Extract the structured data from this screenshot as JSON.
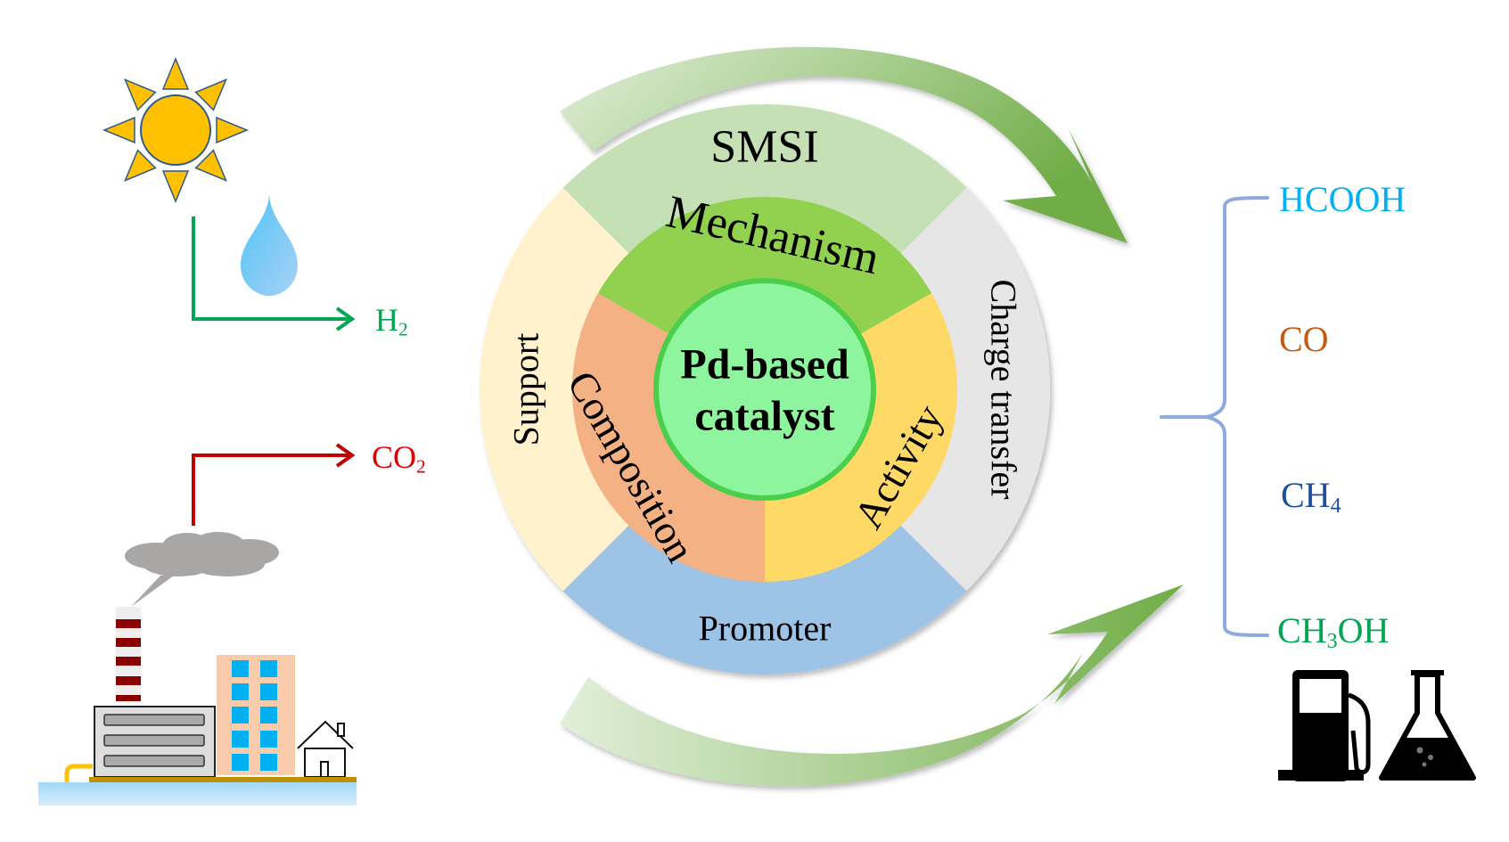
{
  "inputs": {
    "hydrogen": {
      "label": "H",
      "sub": "2",
      "color": "#00a651"
    },
    "carbon_dioxide": {
      "label": "CO",
      "sub": "2",
      "color": "#e00000"
    }
  },
  "center": {
    "line1": "Pd-based",
    "line2": "catalyst",
    "fill": "#8ef59f",
    "stroke": "#4ccf4c"
  },
  "inner_ring": [
    {
      "label": "Mechanism",
      "fill": "#92d050"
    },
    {
      "label": "Activity",
      "fill": "#ffd966"
    },
    {
      "label": "Composition",
      "fill": "#f4b183"
    }
  ],
  "outer_ring": [
    {
      "label": "SMSI",
      "fill": "#c5e0b4"
    },
    {
      "label": "Charge transfer",
      "fill": "#e7e6e6"
    },
    {
      "label": "Promoter",
      "fill": "#9dc3e6"
    },
    {
      "label": "Support",
      "fill": "#fff2cc"
    }
  ],
  "products": [
    {
      "label": "HCOOH",
      "sub": "",
      "tail": "",
      "color": "#00b0f0"
    },
    {
      "label": "CO",
      "sub": "",
      "tail": "",
      "color": "#c55a11"
    },
    {
      "label": "CH",
      "sub": "4",
      "tail": "",
      "color": "#1f4e9c"
    },
    {
      "label": "CH",
      "sub": "3",
      "tail": "OH",
      "color": "#00a651"
    }
  ],
  "icons": {
    "sun": "sun-icon",
    "water_drop": "water-drop-icon",
    "factory": "factory-icon",
    "fuel_pump": "fuel-pump-icon",
    "flask": "flask-icon"
  },
  "colors": {
    "arrow_green_start": "#e2efda",
    "arrow_green_end": "#70ad47",
    "bracket": "#8faadc",
    "sun": "#ffc000",
    "sun_outline": "#2e5a8a"
  }
}
